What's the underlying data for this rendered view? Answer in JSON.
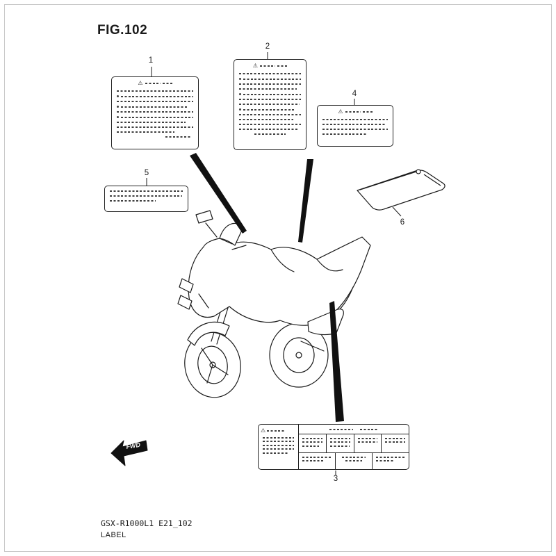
{
  "page": {
    "title": "FIG.102",
    "footer_code": "GSX-R1000L1 E21_102",
    "footer_caption": "LABEL"
  },
  "icons": {
    "warning": "⚠"
  },
  "fwd_marker": {
    "label": "FWD"
  },
  "callouts": {
    "c1": "1",
    "c2": "2",
    "c3": "3",
    "c4": "4",
    "c5": "5",
    "c6": "6"
  },
  "colors": {
    "line_color": "#1a1a1a",
    "frame_color": "#c9c9c9"
  }
}
